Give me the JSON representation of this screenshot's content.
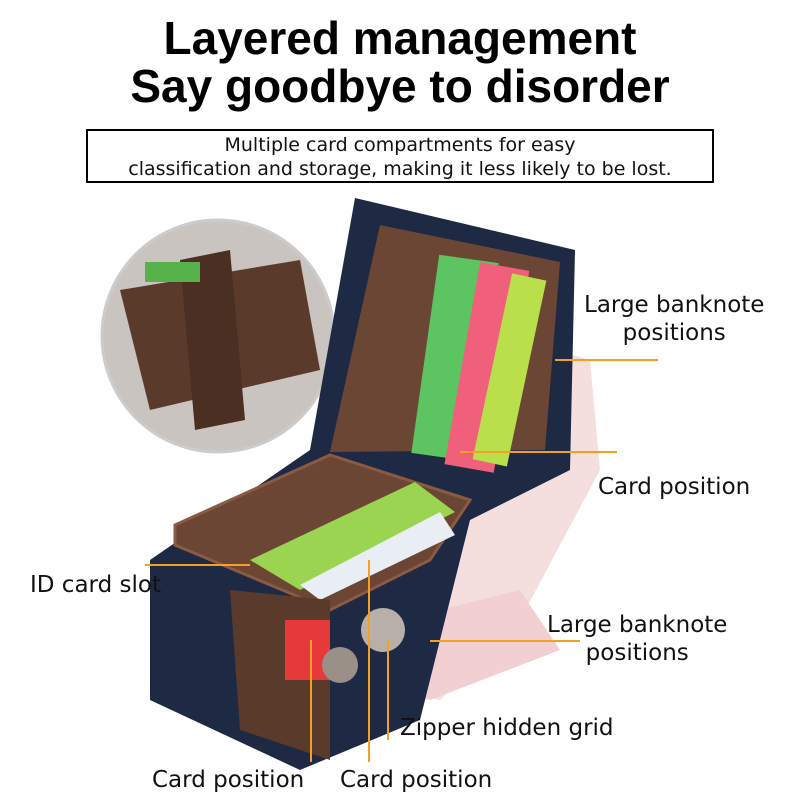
{
  "headline": {
    "line1": "Layered management",
    "line2": "Say goodbye to disorder"
  },
  "subtitle": {
    "line1": "Multiple card compartments for easy",
    "line2": "classification and storage, making it less likely to be lost."
  },
  "labels": {
    "banknote_top": {
      "line1": "Large banknote",
      "line2": "positions"
    },
    "card_position_right": "Card position",
    "id_card_slot": "ID card slot",
    "banknote_bottom": {
      "line1": "Large banknote",
      "line2": "positions"
    },
    "zipper_hidden_grid": "Zipper hidden grid",
    "card_position_bottom_left": "Card position",
    "card_position_bottom_center": "Card position"
  },
  "colors": {
    "leader": "#f5a020",
    "wallet_blue": "#1e2a44",
    "wallet_brown": "#6b4634"
  }
}
